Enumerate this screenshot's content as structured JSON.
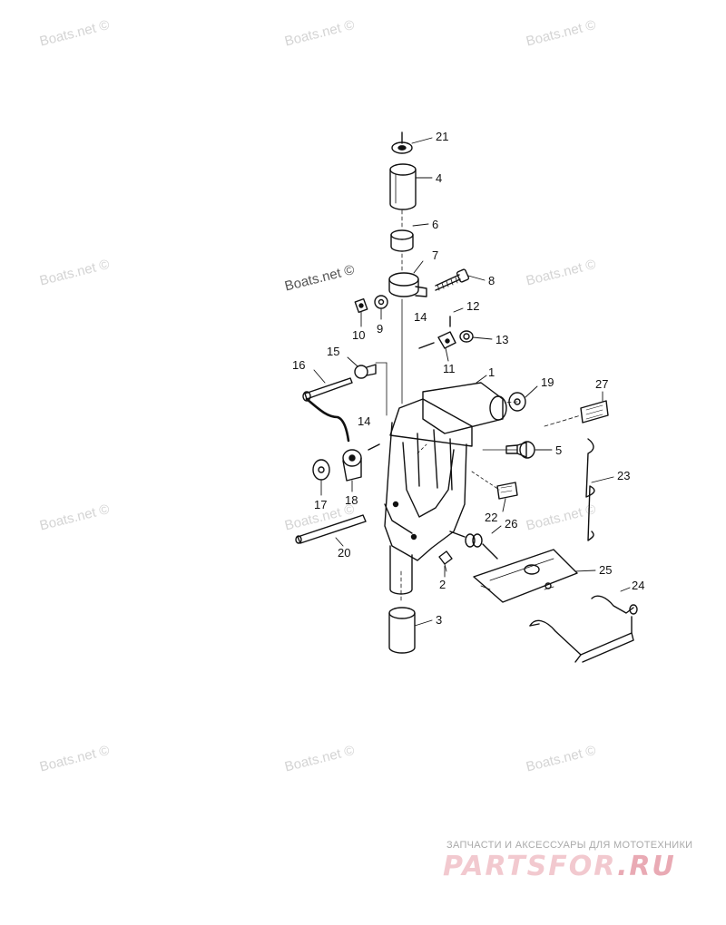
{
  "watermark": "Boats.net ©",
  "callouts": [
    "21",
    "4",
    "6",
    "7",
    "8",
    "9",
    "10",
    "12",
    "13",
    "14",
    "11",
    "15",
    "16",
    "1",
    "19",
    "27",
    "14",
    "5",
    "23",
    "17",
    "18",
    "20",
    "22",
    "26",
    "2",
    "25",
    "24",
    "3"
  ],
  "brand": {
    "tagline": "ЗАПЧАСТИ И АКСЕССУАРЫ ДЛЯ МОТОТЕХНИКИ",
    "logo_main": "PARTSFOR",
    "logo_tld": ".RU"
  }
}
